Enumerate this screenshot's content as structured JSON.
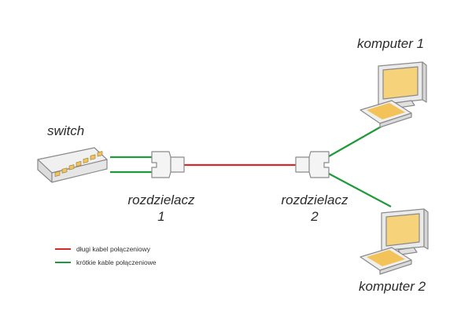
{
  "labels": {
    "switch": "switch",
    "splitter1_line1": "rozdzielacz",
    "splitter1_line2": "1",
    "splitter2_line1": "rozdzielacz",
    "splitter2_line2": "2",
    "computer1": "komputer 1",
    "computer2": "komputer 2"
  },
  "legend": [
    {
      "label": "długi kabel połączeniowy",
      "color": "#d42a2a"
    },
    {
      "label": "krótkie kable połączeniowe",
      "color": "#1f9a3a"
    }
  ],
  "colors": {
    "long_cable": "#d42a2a",
    "short_cable": "#1f9a3a",
    "device_outline": "#8a8a8a",
    "device_fill": "#ececec",
    "screen_fill": "#f6d27a",
    "port_fill": "#f3c35a"
  },
  "icons": [
    "switch-icon",
    "splitter-icon",
    "computer-icon"
  ]
}
